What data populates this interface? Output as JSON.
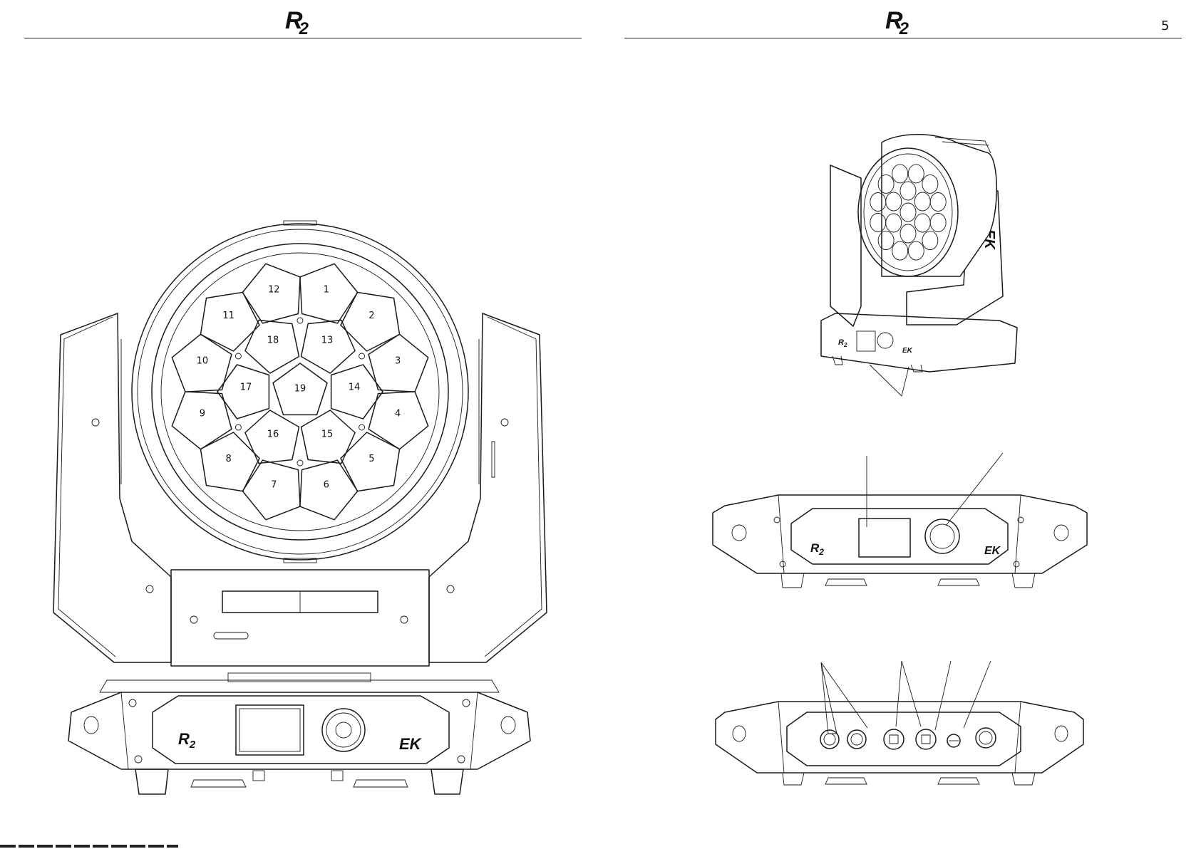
{
  "left_page": {
    "header_logo": "R",
    "header_logo_sub": "2",
    "front_view": {
      "logo_text": "R",
      "logo_sub": "2",
      "brand_mark": "EK",
      "lens_labels": [
        "1",
        "2",
        "3",
        "4",
        "5",
        "6",
        "7",
        "8",
        "9",
        "10",
        "11",
        "12",
        "13",
        "14",
        "15",
        "16",
        "17",
        "18",
        "19"
      ]
    }
  },
  "right_page": {
    "header_logo": "R",
    "header_logo_sub": "2",
    "page_number": "5",
    "base_front_view": {
      "logo_text": "R",
      "logo_sub": "2",
      "brand_mark": "EK"
    },
    "perspective_view": {
      "logo_text": "R",
      "logo_sub": "2",
      "brand_mark": "EK"
    }
  }
}
